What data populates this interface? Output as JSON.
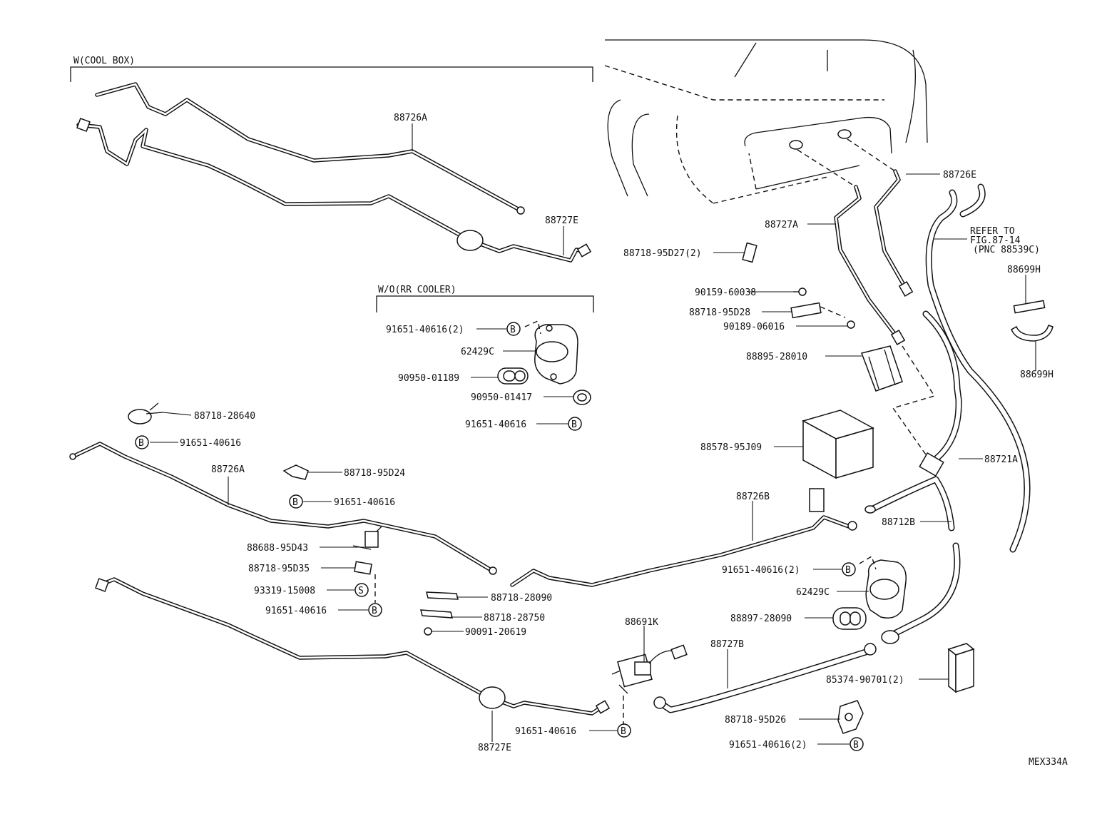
{
  "figure_code": "MEX334A",
  "sections": {
    "cool_box": "W(COOL BOX)",
    "rr_cooler": "W/O(RR COOLER)"
  },
  "refer_note": [
    "REFER TO",
    "FIG.87-14",
    "(PNC 88539C)"
  ],
  "callouts": [
    {
      "id": "c1",
      "label": "88726A"
    },
    {
      "id": "c2",
      "label": "88727E"
    },
    {
      "id": "c3",
      "label": "91651-40616(2)"
    },
    {
      "id": "c4",
      "label": "62429C"
    },
    {
      "id": "c5",
      "label": "90950-01189"
    },
    {
      "id": "c6",
      "label": "90950-01417"
    },
    {
      "id": "c7",
      "label": "91651-40616"
    },
    {
      "id": "c8",
      "label": "88718-28640"
    },
    {
      "id": "c9",
      "label": "91651-40616"
    },
    {
      "id": "c10",
      "label": "88726A"
    },
    {
      "id": "c11",
      "label": "88718-95D24"
    },
    {
      "id": "c12",
      "label": "91651-40616"
    },
    {
      "id": "c13",
      "label": "88688-95D43"
    },
    {
      "id": "c14",
      "label": "88718-95D35"
    },
    {
      "id": "c15",
      "label": "93319-15008"
    },
    {
      "id": "c16",
      "label": "91651-40616"
    },
    {
      "id": "c17",
      "label": "88718-28090"
    },
    {
      "id": "c18",
      "label": "88718-28750"
    },
    {
      "id": "c19",
      "label": "90091-20619"
    },
    {
      "id": "c20",
      "label": "88691K"
    },
    {
      "id": "c21",
      "label": "91651-40616"
    },
    {
      "id": "c22",
      "label": "88727E"
    },
    {
      "id": "c23",
      "label": "88726E"
    },
    {
      "id": "c24",
      "label": "88727A"
    },
    {
      "id": "c25",
      "label": "88718-95D27(2)"
    },
    {
      "id": "c26",
      "label": "90159-60038"
    },
    {
      "id": "c27",
      "label": "88718-95D28"
    },
    {
      "id": "c28",
      "label": "90189-06016"
    },
    {
      "id": "c29",
      "label": "88895-28010"
    },
    {
      "id": "c30",
      "label": "88699H"
    },
    {
      "id": "c31",
      "label": "88699H"
    },
    {
      "id": "c32",
      "label": "88578-95J09"
    },
    {
      "id": "c33",
      "label": "88721A"
    },
    {
      "id": "c34",
      "label": "88726B"
    },
    {
      "id": "c35",
      "label": "88712B"
    },
    {
      "id": "c36",
      "label": "91651-40616(2)"
    },
    {
      "id": "c37",
      "label": "62429C"
    },
    {
      "id": "c38",
      "label": "88897-28090"
    },
    {
      "id": "c39",
      "label": "88727B"
    },
    {
      "id": "c40",
      "label": "85374-90701(2)"
    },
    {
      "id": "c41",
      "label": "88718-95D26"
    },
    {
      "id": "c42",
      "label": "91651-40616(2)"
    }
  ],
  "symbols": {
    "bolt": "B",
    "screw": "S"
  }
}
